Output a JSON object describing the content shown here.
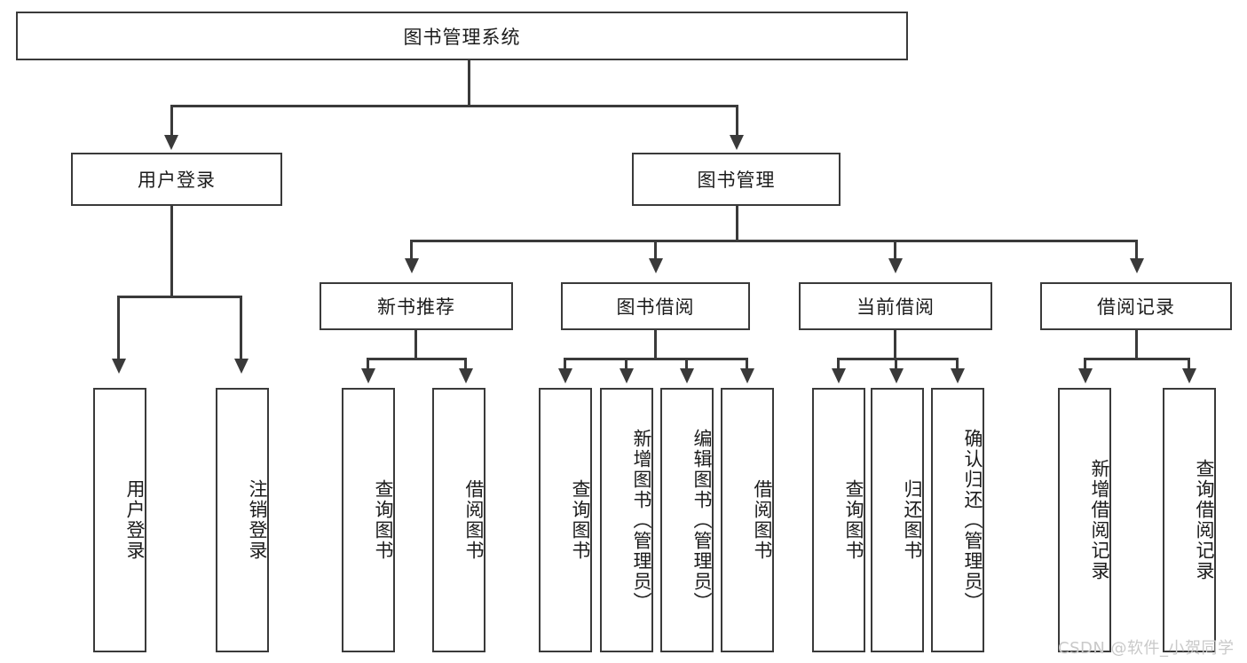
{
  "diagram": {
    "type": "tree-hierarchy",
    "title": "图书管理系统",
    "root": {
      "id": "root",
      "label": "图书管理系统"
    },
    "level1": [
      {
        "id": "user-login",
        "label": "用户登录"
      },
      {
        "id": "book-manage",
        "label": "图书管理"
      }
    ],
    "level2": [
      {
        "id": "new-book-rec",
        "label": "新书推荐",
        "parent": "book-manage"
      },
      {
        "id": "book-borrow",
        "label": "图书借阅",
        "parent": "book-manage"
      },
      {
        "id": "current-borrow",
        "label": "当前借阅",
        "parent": "book-manage"
      },
      {
        "id": "borrow-record",
        "label": "借阅记录",
        "parent": "book-manage"
      }
    ],
    "leaves": [
      {
        "id": "leaf-user-login",
        "label": "用户登录",
        "parent": "user-login"
      },
      {
        "id": "leaf-logout",
        "label": "注销登录",
        "parent": "user-login"
      },
      {
        "id": "leaf-query-book-1",
        "label": "查询图书",
        "parent": "new-book-rec"
      },
      {
        "id": "leaf-borrow-book-1",
        "label": "借阅图书",
        "parent": "new-book-rec"
      },
      {
        "id": "leaf-query-book-2",
        "label": "查询图书",
        "parent": "book-borrow"
      },
      {
        "id": "leaf-add-book",
        "label": "新增图书（管理员）",
        "parent": "book-borrow"
      },
      {
        "id": "leaf-edit-book",
        "label": "编辑图书（管理员）",
        "parent": "book-borrow"
      },
      {
        "id": "leaf-borrow-book-2",
        "label": "借阅图书",
        "parent": "book-borrow"
      },
      {
        "id": "leaf-query-book-3",
        "label": "查询图书",
        "parent": "current-borrow"
      },
      {
        "id": "leaf-return-book",
        "label": "归还图书",
        "parent": "current-borrow"
      },
      {
        "id": "leaf-confirm-return",
        "label": "确认归还（管理员）",
        "parent": "current-borrow"
      },
      {
        "id": "leaf-add-record",
        "label": "新增借阅记录",
        "parent": "borrow-record"
      },
      {
        "id": "leaf-query-record",
        "label": "查询借阅记录",
        "parent": "borrow-record"
      }
    ],
    "colors": {
      "line": "#3a3a3a",
      "box_fill": "#ffffff",
      "text": "#1b1b1b",
      "watermark": "#c9c9c9"
    }
  },
  "watermark": {
    "text": "CSDN @软件_小贺同学"
  }
}
